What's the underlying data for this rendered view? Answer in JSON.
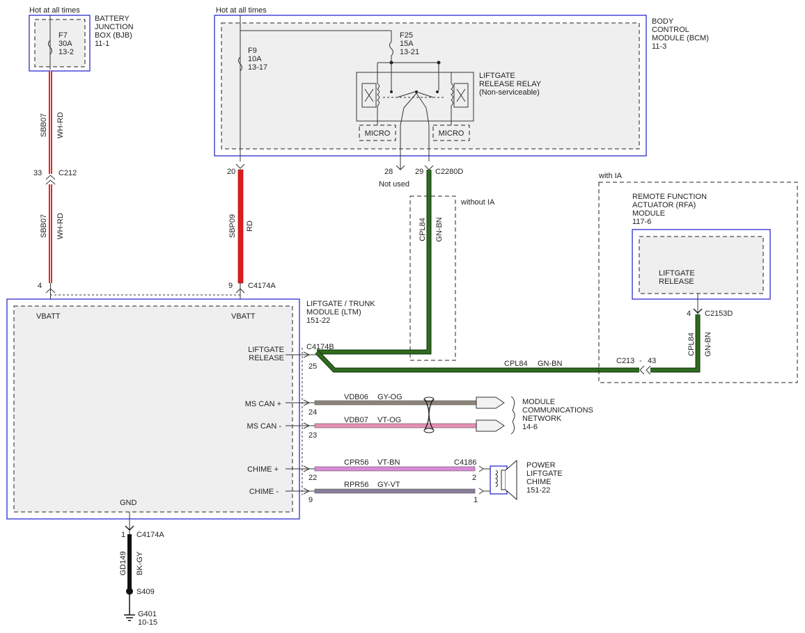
{
  "colors": {
    "box_outline": "#2b2bd0",
    "wire_red": "#e01b1b",
    "wire_green": "#2e6b1f",
    "wire_green_edge": "#1b3d12",
    "wire_gray": "#8c8479",
    "wire_pink": "#e68fb4",
    "wire_violet_pink": "#d98ad8",
    "wire_gray_violet": "#8a7d9a",
    "wire_black": "#111111"
  },
  "power_labels": {
    "left": "Hot at all times",
    "right": "Hot at all times"
  },
  "bjb": {
    "title": [
      "BATTERY",
      "JUNCTION",
      "BOX (BJB)",
      "11-1"
    ],
    "fuse": [
      "F7",
      "30A",
      "13-2"
    ]
  },
  "bcm": {
    "title": [
      "BODY",
      "CONTROL",
      "MODULE (BCM)",
      "11-3"
    ],
    "fuse_f9": [
      "F9",
      "10A",
      "13-17"
    ],
    "fuse_f25": [
      "F25",
      "15A",
      "13-21"
    ],
    "relay_title": [
      "LIFTGATE",
      "RELEASE RELAY",
      "(Non-serviceable)"
    ],
    "micro_left": "MICRO",
    "micro_right": "MICRO"
  },
  "wires": {
    "sbb07_upper": {
      "circuit": "SBB07",
      "color": "WH-RD"
    },
    "sbb07_lower": {
      "circuit": "SBB07",
      "color": "WH-RD"
    },
    "sbp09": {
      "circuit": "SBP09",
      "color": "RD"
    },
    "cpl84_vertical": {
      "circuit": "CPL84",
      "color": "GN-BN"
    },
    "cpl84_horizontal": {
      "circuit": "CPL84",
      "color": "GN-BN"
    },
    "cpl84_rfa": {
      "circuit": "CPL84",
      "color": "GN-BN"
    },
    "vdb06": {
      "circuit": "VDB06",
      "color": "GY-OG"
    },
    "vdb07": {
      "circuit": "VDB07",
      "color": "VT-OG"
    },
    "cpr56": {
      "circuit": "CPR56",
      "color": "VT-BN"
    },
    "rpr56": {
      "circuit": "RPR56",
      "color": "GY-VT"
    },
    "gd149": {
      "circuit": "GD149",
      "color": "BK-GY"
    }
  },
  "connectors": {
    "c212": {
      "name": "C212",
      "pin": "33"
    },
    "c4174a_top_left": {
      "pin": "4"
    },
    "c4174a_top_right": {
      "name": "C4174A",
      "pin": "9"
    },
    "bcm_pin_20": "20",
    "c2280d": {
      "name": "C2280D",
      "pin_28": "28",
      "pin_29": "29",
      "note": "Not used"
    },
    "c4174b": {
      "name": "C4174B",
      "pin": "25"
    },
    "c213": {
      "name": "C213",
      "sep": "-",
      "pin": "43"
    },
    "c2153d": {
      "name": "C2153D",
      "pin": "4"
    },
    "pin_24": "24",
    "pin_23": "23",
    "pin_22": "22",
    "pin_9": "9",
    "c4186": {
      "name": "C4186",
      "pin_2": "2",
      "pin_1": "1"
    },
    "c4174a_gnd": {
      "name": "C4174A",
      "pin": "1"
    },
    "s409": "S409",
    "g401": [
      "G401",
      "10-15"
    ]
  },
  "ltm": {
    "title": [
      "LIFTGATE / TRUNK",
      "MODULE (LTM)",
      "151-22"
    ],
    "vbatt_left": "VBATT",
    "vbatt_right": "VBATT",
    "liftgate_release": [
      "LIFTGATE",
      "RELEASE"
    ],
    "ms_can_plus": "MS CAN +",
    "ms_can_minus": "MS CAN -",
    "chime_plus": "CHIME +",
    "chime_minus": "CHIME -",
    "gnd": "GND"
  },
  "options": {
    "without_ia": "without IA",
    "with_ia": "with IA"
  },
  "rfa": {
    "title": [
      "REMOTE FUNCTION",
      "ACTUATOR (RFA)",
      "MODULE",
      "117-6"
    ],
    "liftgate_release": [
      "LIFTGATE",
      "RELEASE"
    ]
  },
  "mcn": {
    "title": [
      "MODULE",
      "COMMUNICATIONS",
      "NETWORK",
      "14-6"
    ]
  },
  "chime": {
    "title": [
      "POWER",
      "LIFTGATE",
      "CHIME",
      "151-22"
    ]
  }
}
